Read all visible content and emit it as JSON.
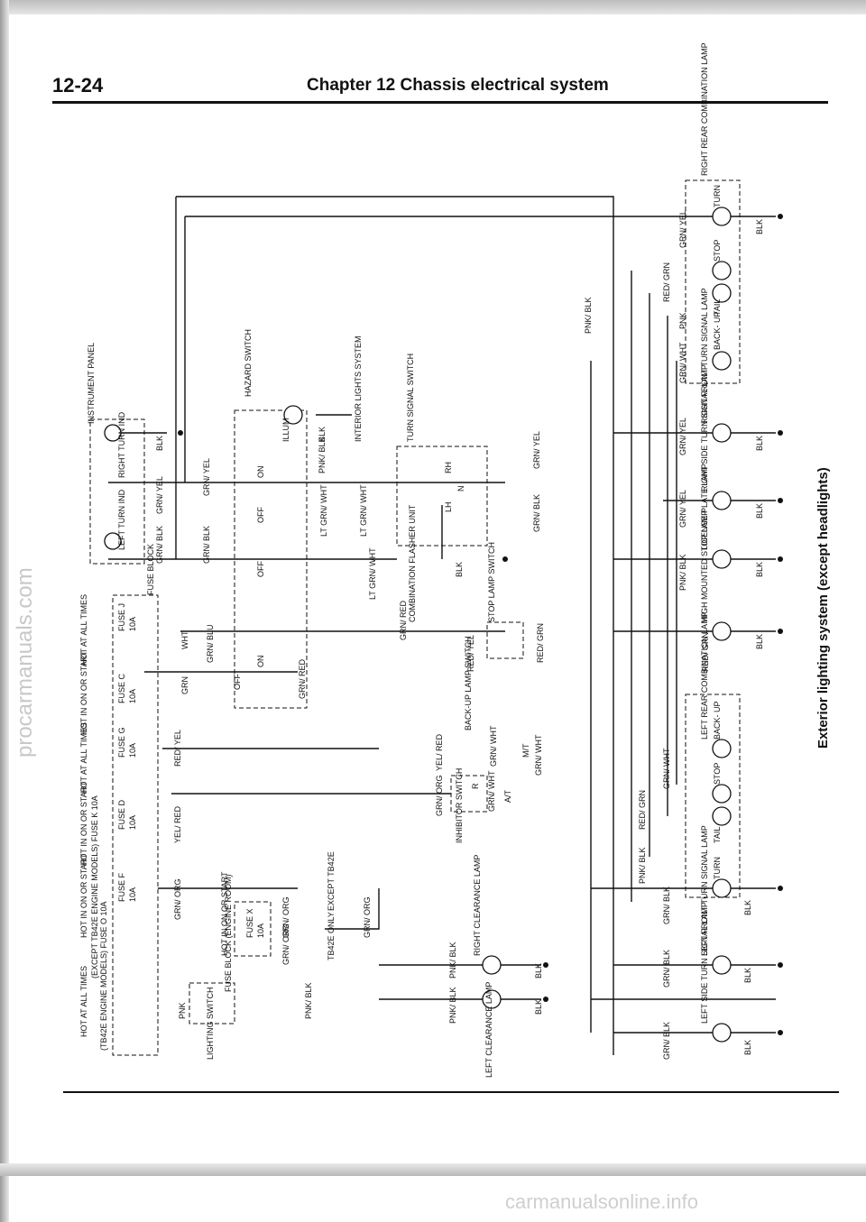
{
  "header": {
    "page_number": "12-24",
    "chapter_title": "Chapter 12  Chassis electrical system"
  },
  "side_title": "Exterior lighting system (except headlights)",
  "watermarks": [
    "procarmanuals.com",
    "carmanualsonline.info"
  ],
  "components": {
    "instrument_panel": "INSTRUMENT PANEL",
    "hazard_switch": "HAZARD SWITCH",
    "interior_lights": "INTERIOR LIGHTS SYSTEM",
    "turn_signal_switch": "TURN SIGNAL SWITCH",
    "combination_flasher": "COMBINATION FLASHER UNIT",
    "stop_lamp_switch": "STOP LAMP SWITCH",
    "backup_lamp_switch": "BACK-UP LAMP SWITCH",
    "inhibitor_switch": "INHIBITOR SWITCH",
    "lighting_switch": "LIGHTING SWITCH",
    "fuse_block": "FUSE BLOCK",
    "fuse_block_engine_room": "FUSE BLOCK (ENGINE ROOM)",
    "right_clearance_lamp": "RIGHT CLEARANCE LAMP",
    "left_clearance_lamp": "LEFT CLEARANCE LAMP",
    "right_rear_combination_lamp": "RIGHT REAR COMBINATION LAMP",
    "right_front_turn_signal_lamp": "RIGHT FRONT TURN SIGNAL LAMP",
    "right_side_turn_signal_lamp": "RIGHT SIDE TURN SIGNAL LAMP",
    "license_plate_lamp": "LICENSE PLATE LAMP",
    "high_mounted_stop_lamp": "HIGH MOUNTED STOP LAMP",
    "left_rear_combination_lamp": "LEFT REAR COMBINATION LAMP",
    "left_front_turn_signal_lamp": "LEFT FRONT TURN SIGNAL LAMP",
    "left_side_turn_signal_lamp": "LEFT SIDE TURN SIGNAL LAMP"
  },
  "indicators": {
    "right_turn_ind": "RIGHT TURN IND",
    "left_turn_ind": "LEFT TURN IND",
    "illum": "ILLUM"
  },
  "lamp_parts": {
    "turn": "TURN",
    "stop": "STOP",
    "tail": "TAIL",
    "backup": "BACK- UP"
  },
  "switch_positions": {
    "on": "ON",
    "off": "OFF",
    "rh": "RH",
    "n": "N",
    "lh": "LH",
    "mt": "M/T",
    "at": "A/T",
    "r": "R"
  },
  "fuses": {
    "f1": {
      "hot": "HOT AT ALL TIMES",
      "name": "FUSE J",
      "rating": "10A"
    },
    "f2": {
      "hot": "HOT IN ON OR START",
      "name": "FUSE C",
      "rating": "10A"
    },
    "f3": {
      "hot": "HOT AT ALL TIMES",
      "name": "FUSE G",
      "rating": "10A"
    },
    "f4": {
      "hot": "HOT IN ON OR START",
      "name": "FUSE D",
      "rating": "10A"
    },
    "f5": {
      "hot": "HOT IN ON OR START",
      "name": "FUSE F",
      "rating": "10A"
    },
    "f6": {
      "hot": "HOT AT ALL TIMES",
      "name": "(TB42E ENGINE MODELS) FUSE O 10A",
      "rating": "(EXCEPT TB42E ENGINE MODELS) FUSE K 10A"
    },
    "f7": {
      "hot": "HOT IN ON OR START",
      "name": "FUSE X",
      "rating": "10A"
    }
  },
  "notes": {
    "except_tb42e": "EXCEPT TB42E",
    "tb42e_only": "TB42E ONLY"
  },
  "wire_colors": {
    "grn_yel": "GRN/ YEL",
    "grn_blk": "GRN/ BLK",
    "blk": "BLK",
    "pnk_blk": "PNK/ BLK",
    "red_grn": "RED/ GRN",
    "pnk": "PNK",
    "grn_wht": "GRN/ WHT",
    "lt_grn_wht": "LT GRN/ WHT",
    "grn_red": "GRN/ RED",
    "red_yel": "RED/ YEL",
    "yel_red": "YEL/ RED",
    "grn_org": "GRN/ ORG",
    "wht": "WHT",
    "grn_blu": "GRN/ BLU",
    "grn": "GRN"
  }
}
